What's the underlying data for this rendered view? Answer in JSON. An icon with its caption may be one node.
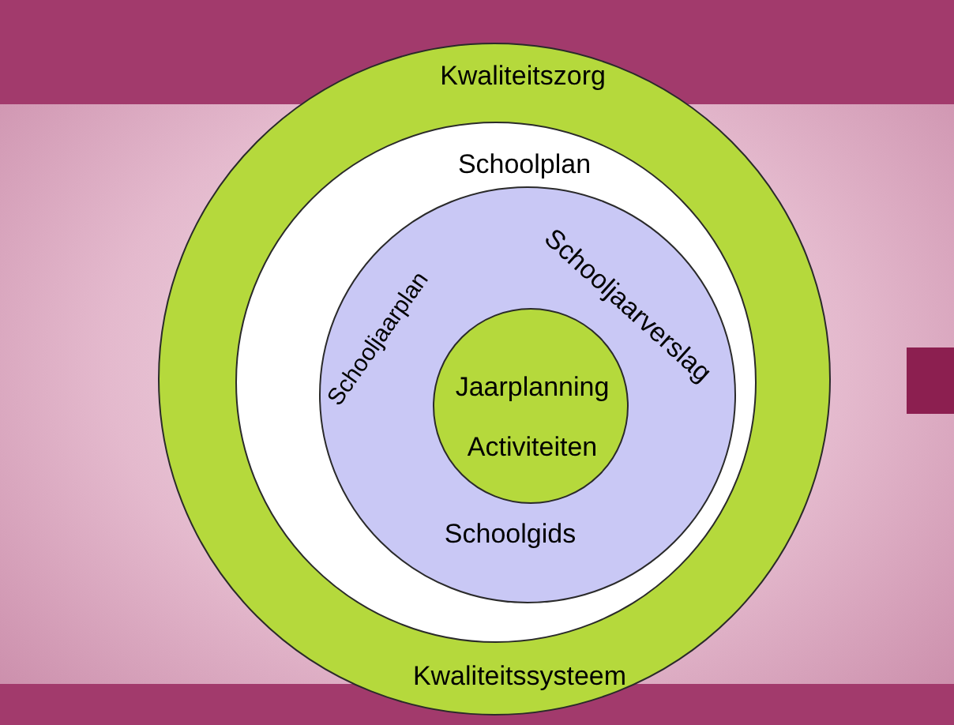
{
  "diagram": {
    "nodes": [
      {
        "text": [
          "Kwaliteitszorg",
          "Kwaliteitssysteem"
        ]
      },
      {
        "text": [
          "Schoolplan"
        ],
        "in": 0
      },
      {
        "text": [
          "Schooljaarplan",
          "Schooljaarverslag",
          "Schoolgids"
        ],
        "in": 1
      },
      {
        "text": [
          "Jaarplanning",
          "Activiteiten"
        ],
        "in": 2
      }
    ]
  }
}
